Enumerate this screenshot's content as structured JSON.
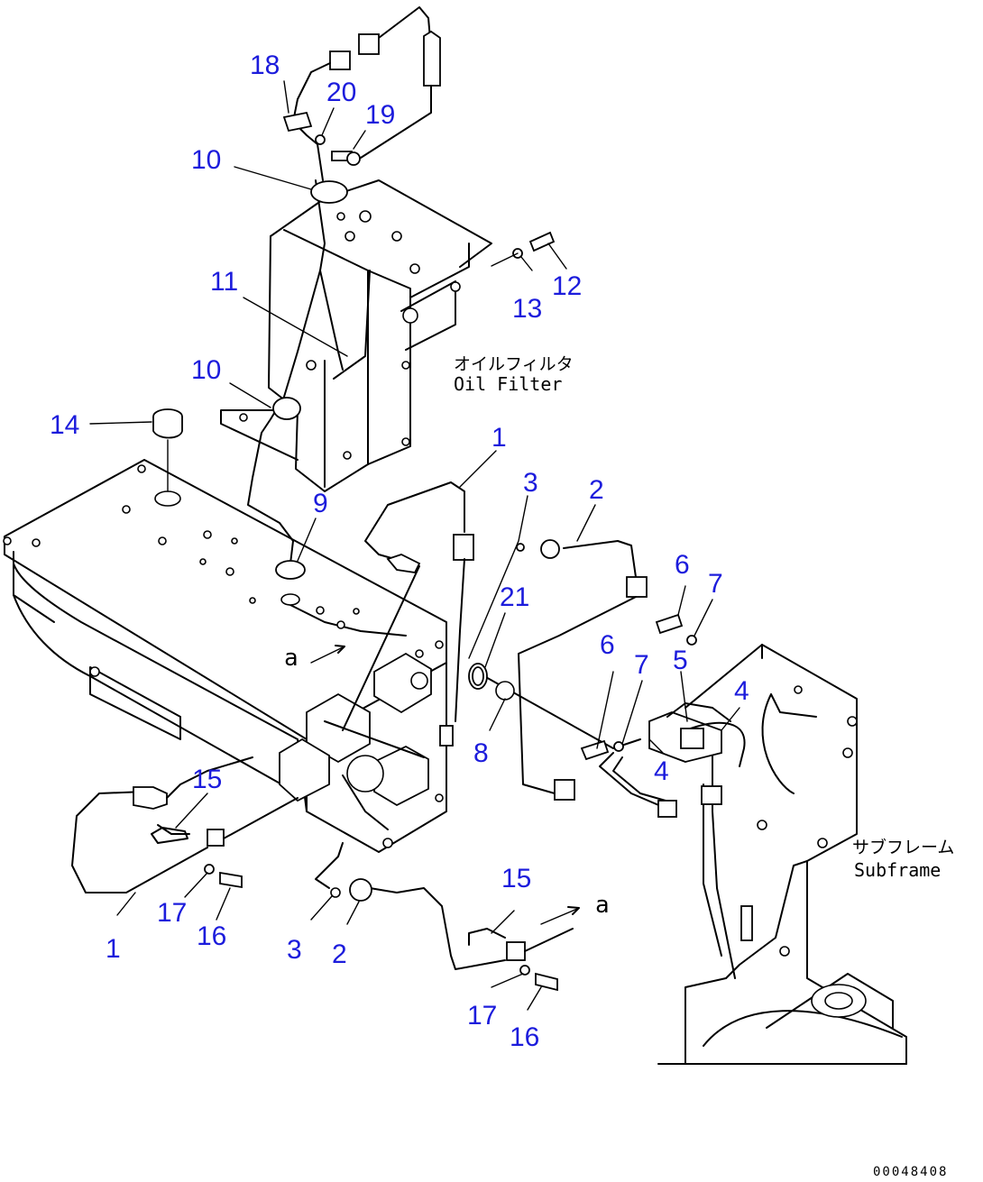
{
  "diagram": {
    "line_color": "#000000",
    "callout_color": "#1c1cdc",
    "callouts": [
      "18",
      "20",
      "19",
      "10",
      "12",
      "13",
      "11",
      "10",
      "14",
      "9",
      "1",
      "3",
      "2",
      "21",
      "6",
      "7",
      "5",
      "6",
      "7",
      "4",
      "8",
      "4",
      "15",
      "1",
      "17",
      "16",
      "3",
      "2",
      "15",
      "17",
      "16"
    ],
    "labels": {
      "oil_filter_jp": "オイルフィルタ",
      "oil_filter_en": "Oil Filter",
      "subframe_jp": "サブフレーム",
      "subframe_en": "Subframe",
      "view_a_1": "a",
      "view_a_2": "a"
    },
    "drawing_number": "00048408"
  }
}
